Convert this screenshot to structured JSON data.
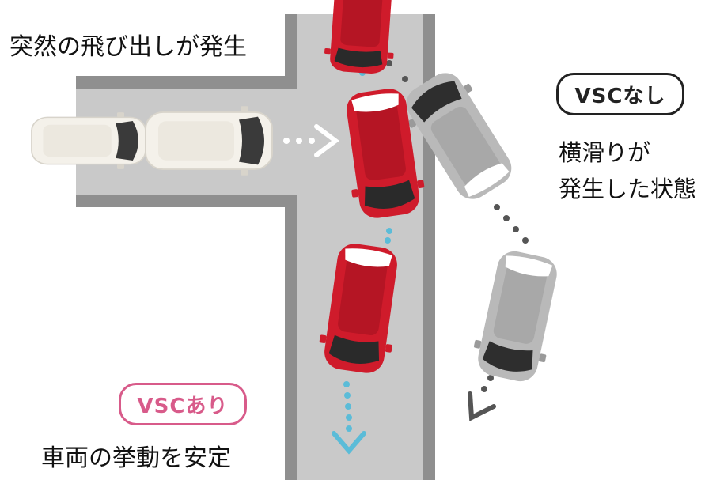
{
  "text": {
    "top_left": "突然の飛び出しが発生",
    "vsc_off_badge": "VSCなし",
    "vsc_off_desc_line1": "横滑りが",
    "vsc_off_desc_line2": "発生した状態",
    "vsc_on_badge": "VSCあり",
    "vsc_on_desc": "車両の挙動を安定"
  },
  "colors": {
    "road": "#c9c9c9",
    "road_edge": "#8f8f8f",
    "red_car": "#cf1b2b",
    "gray_car": "#b9b9b9",
    "white_car": "#f4f1ea",
    "blue_path": "#5bbcd8",
    "dark_path": "#555555",
    "pink_badge": "#d85b8a",
    "dark_badge": "#222222"
  },
  "icons": {
    "arrow_white": "chevron-right-icon",
    "arrow_blue": "chevron-down-icon",
    "arrow_dark": "chevron-down-left-icon"
  }
}
